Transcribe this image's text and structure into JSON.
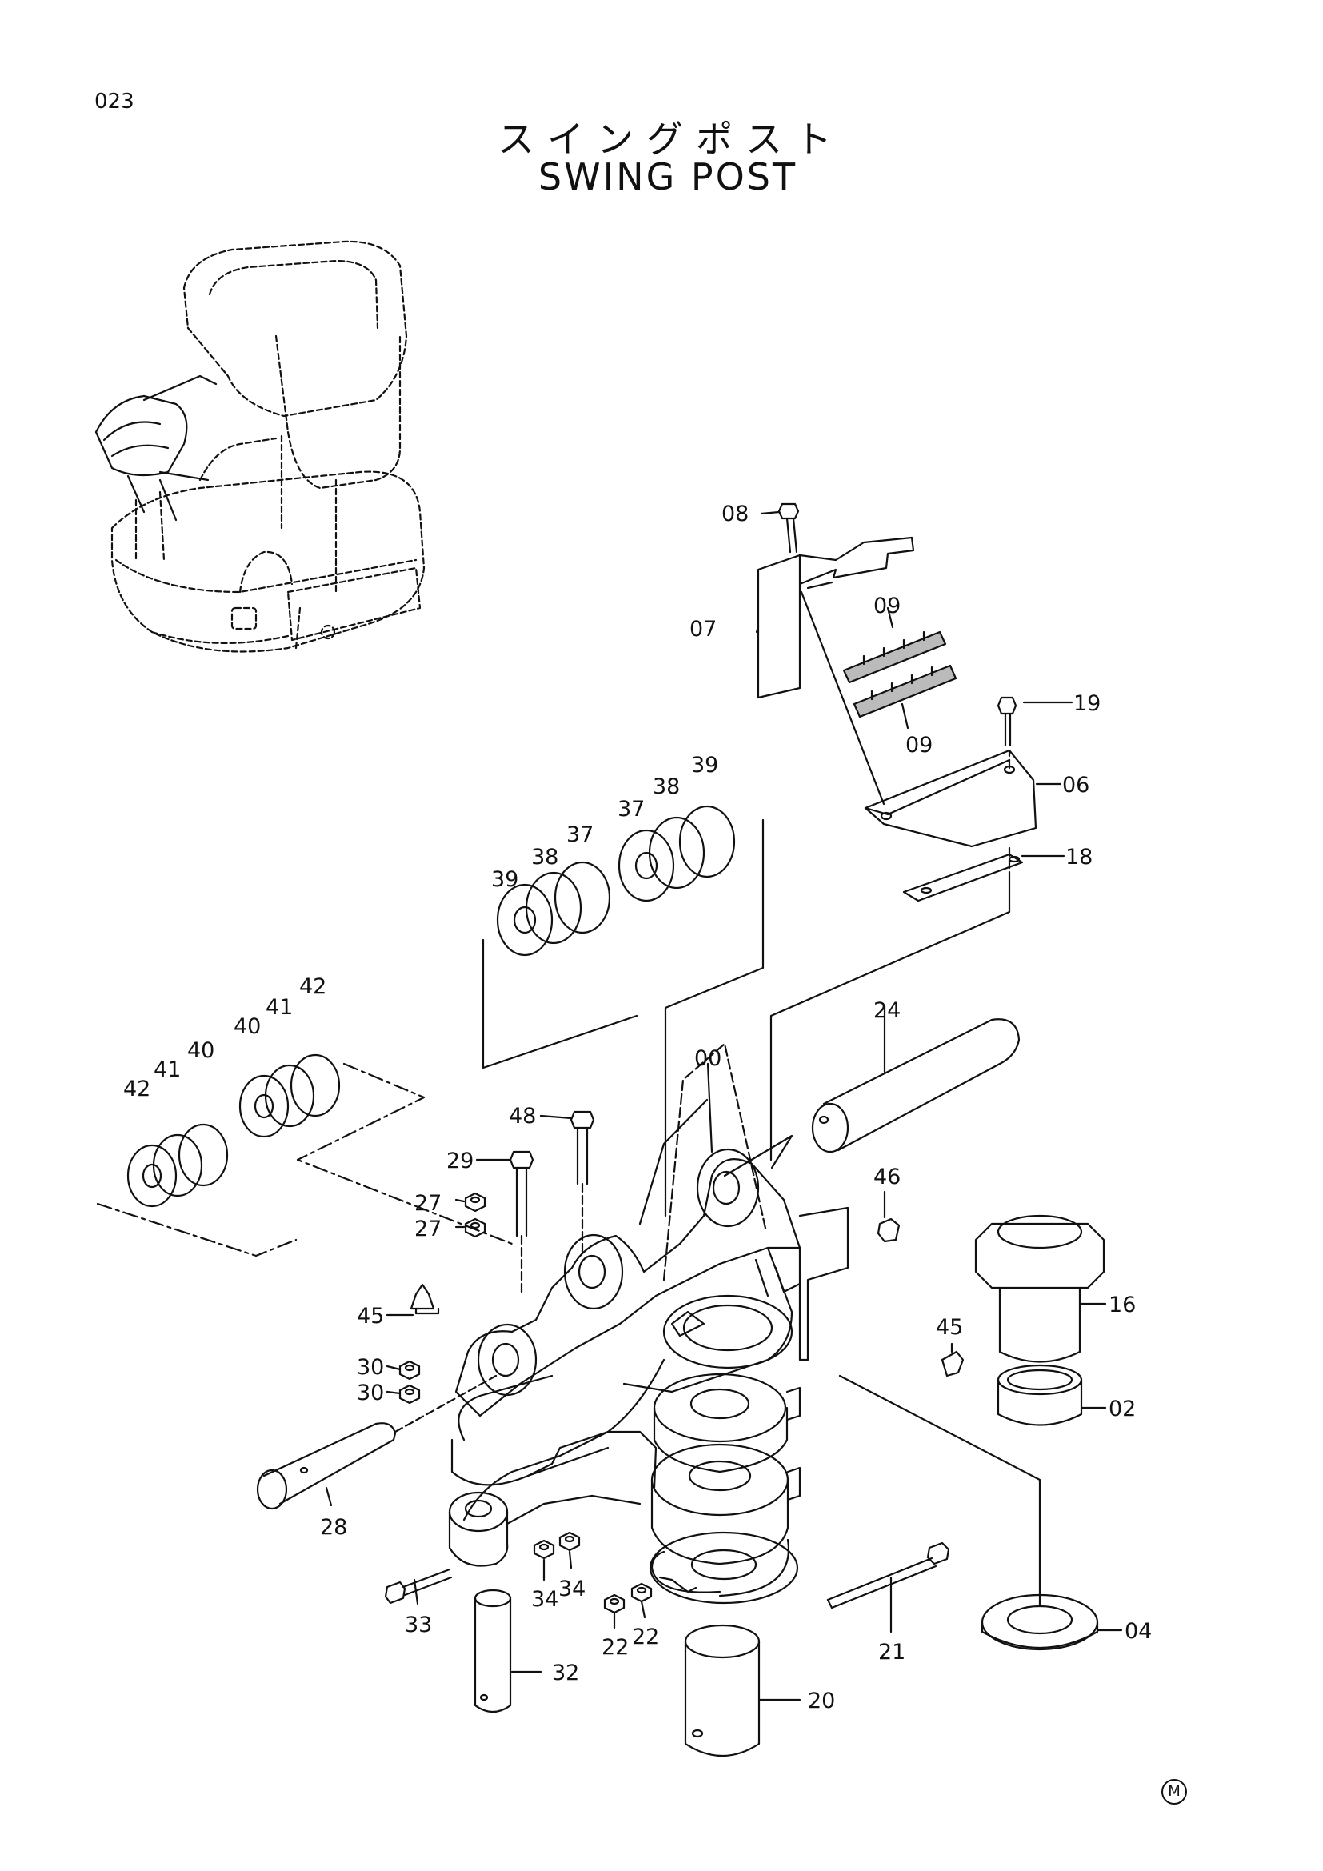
{
  "page_number": "023",
  "title_jp": "スイングポスト",
  "title_en": "SWING POST",
  "mark": "M",
  "callouts": [
    "08",
    "07",
    "09",
    "09",
    "19",
    "06",
    "18",
    "39",
    "38",
    "37",
    "37",
    "38",
    "39",
    "42",
    "41",
    "40",
    "40",
    "41",
    "42",
    "24",
    "00",
    "48",
    "29",
    "27",
    "27",
    "46",
    "16",
    "45",
    "45",
    "30",
    "30",
    "02",
    "28",
    "33",
    "34",
    "34",
    "22",
    "22",
    "32",
    "20",
    "21",
    "04"
  ]
}
